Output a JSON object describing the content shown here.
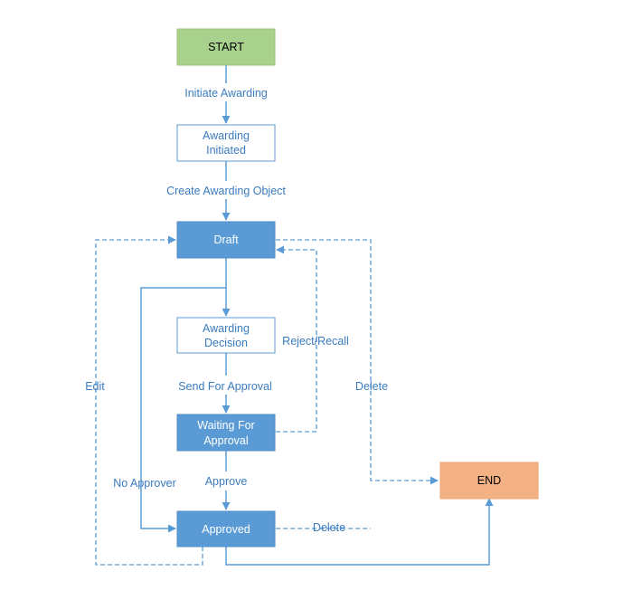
{
  "colors": {
    "start_fill": "#a9d18e",
    "end_fill": "#f4b183",
    "filled_state": "#5b9bd5",
    "outline_state_border": "#5b9bd5",
    "connector": "#5b9bd5",
    "label_text": "#3b7bbf"
  },
  "nodes": {
    "start": "START",
    "awarding_initiated": [
      "Awarding",
      "Initiated"
    ],
    "draft": "Draft",
    "awarding_decision": [
      "Awarding",
      "Decision"
    ],
    "waiting_for_approval": [
      "Waiting For",
      "Approval"
    ],
    "approved": "Approved",
    "end": "END"
  },
  "edges": {
    "initiate_awarding": "Initiate Awarding",
    "create_awarding_object": "Create Awarding Object",
    "reject_recall": "Reject/Recall",
    "send_for_approval": "Send For Approval",
    "approve": "Approve",
    "no_approver": "No Approver",
    "edit": "Edit",
    "delete_from_draft": "Delete",
    "delete_from_approved": "Delete"
  }
}
